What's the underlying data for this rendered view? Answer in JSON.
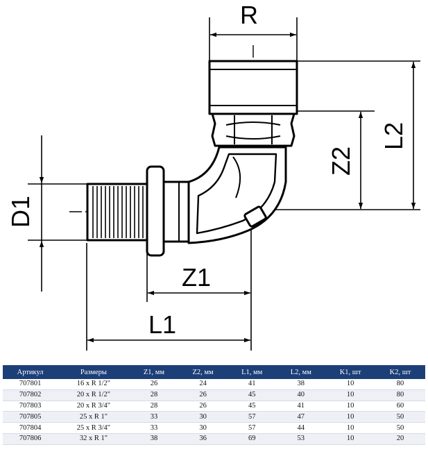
{
  "drawing": {
    "labels": {
      "r": "R",
      "l2": "L2",
      "z2": "Z2",
      "d1": "D1",
      "z1": "Z1",
      "l1": "L1"
    }
  },
  "table": {
    "headers": [
      "Артикул",
      "Размеры",
      "Z1, мм",
      "Z2, мм",
      "L1, мм",
      "L2, мм",
      "K1, шт",
      "K2, шт"
    ],
    "rows": [
      [
        "707801",
        "16 x R 1/2\"",
        "26",
        "24",
        "41",
        "38",
        "10",
        "80"
      ],
      [
        "707802",
        "20 x R 1/2\"",
        "28",
        "26",
        "45",
        "40",
        "10",
        "80"
      ],
      [
        "707803",
        "20 x R 3/4\"",
        "28",
        "26",
        "45",
        "41",
        "10",
        "60"
      ],
      [
        "707805",
        "25 x R 1\"",
        "33",
        "30",
        "57",
        "47",
        "10",
        "50"
      ],
      [
        "707804",
        "25 x R 3/4\"",
        "33",
        "30",
        "57",
        "44",
        "10",
        "50"
      ],
      [
        "707806",
        "32 x R 1\"",
        "38",
        "36",
        "69",
        "53",
        "10",
        "20"
      ]
    ]
  }
}
